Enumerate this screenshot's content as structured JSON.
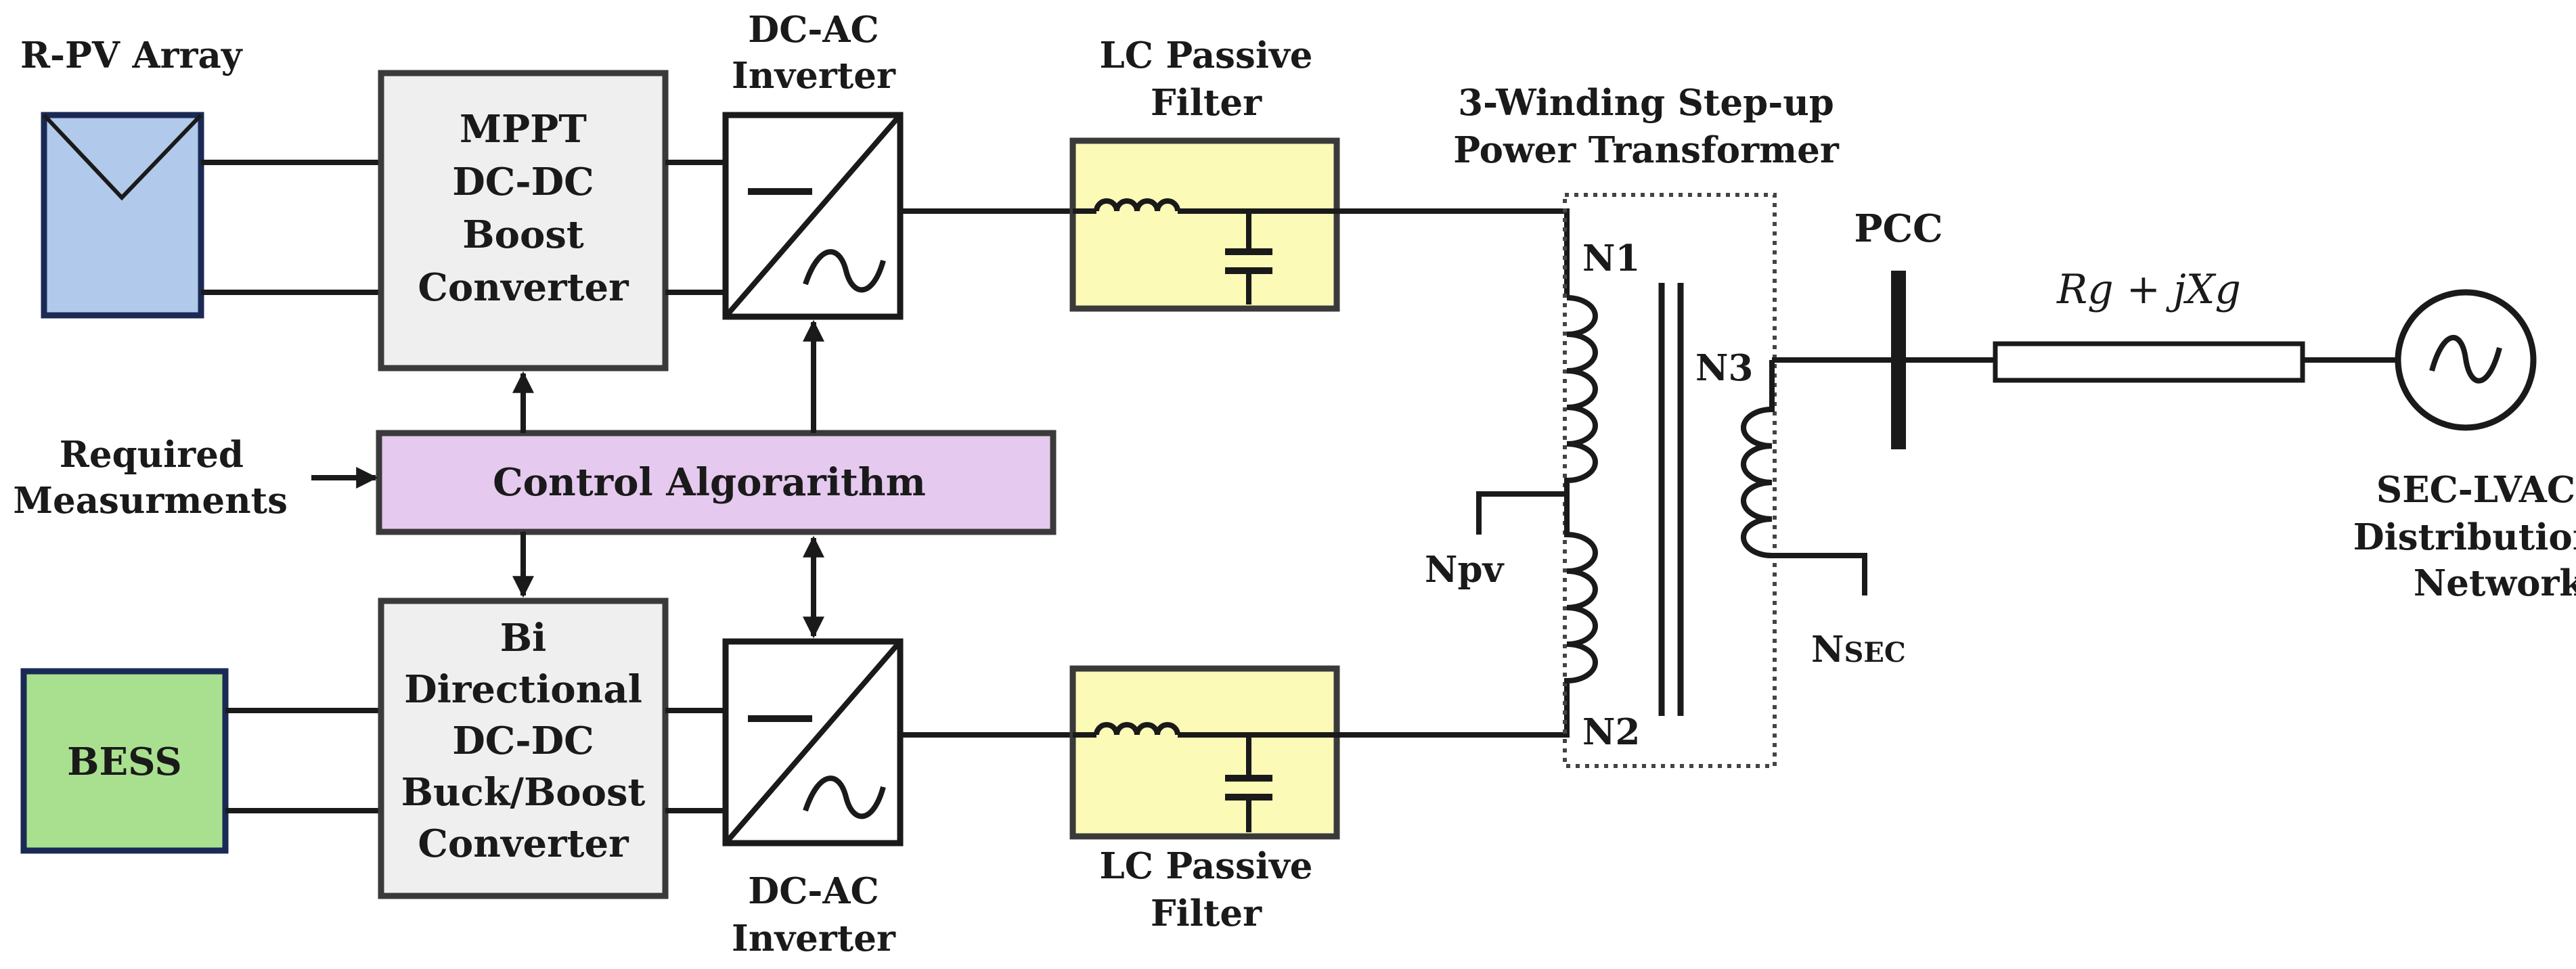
{
  "labels": {
    "pv_array": "R-PV Array",
    "inverter_top": [
      "DC-AC",
      "Inverter"
    ],
    "filter_top": [
      "LC Passive",
      "Filter"
    ],
    "transformer": [
      "3-Winding Step-up",
      "Power Transformer"
    ],
    "pcc": "PCC",
    "grid_impedance": "Rg + jXg",
    "grid": [
      "SEC-LVAC",
      "Distribution",
      "Network"
    ],
    "required": [
      "Required",
      "Measurments"
    ],
    "inverter_bottom": [
      "DC-AC",
      "Inverter"
    ],
    "filter_bottom": [
      "LC Passive",
      "Filter"
    ],
    "n1": "N1",
    "n2": "N2",
    "n3": "N3",
    "npv": "Npv",
    "nsec_main": "N",
    "nsec_sub": "SEC"
  },
  "boxes": {
    "mppt": [
      "MPPT",
      "DC-DC",
      "Boost",
      "Converter"
    ],
    "control": "Control Algorarithm",
    "bess": "BESS",
    "bidir": [
      "Bi",
      "Directional",
      "DC-DC",
      "Buck/Boost",
      "Converter"
    ]
  },
  "colors": {
    "pv": "#b1c9ea",
    "bess": "#a9e08f",
    "control": "#e6c9ef",
    "filter": "#fbfab6",
    "converter": "#efefef",
    "stroke": "#1a1a1a"
  }
}
